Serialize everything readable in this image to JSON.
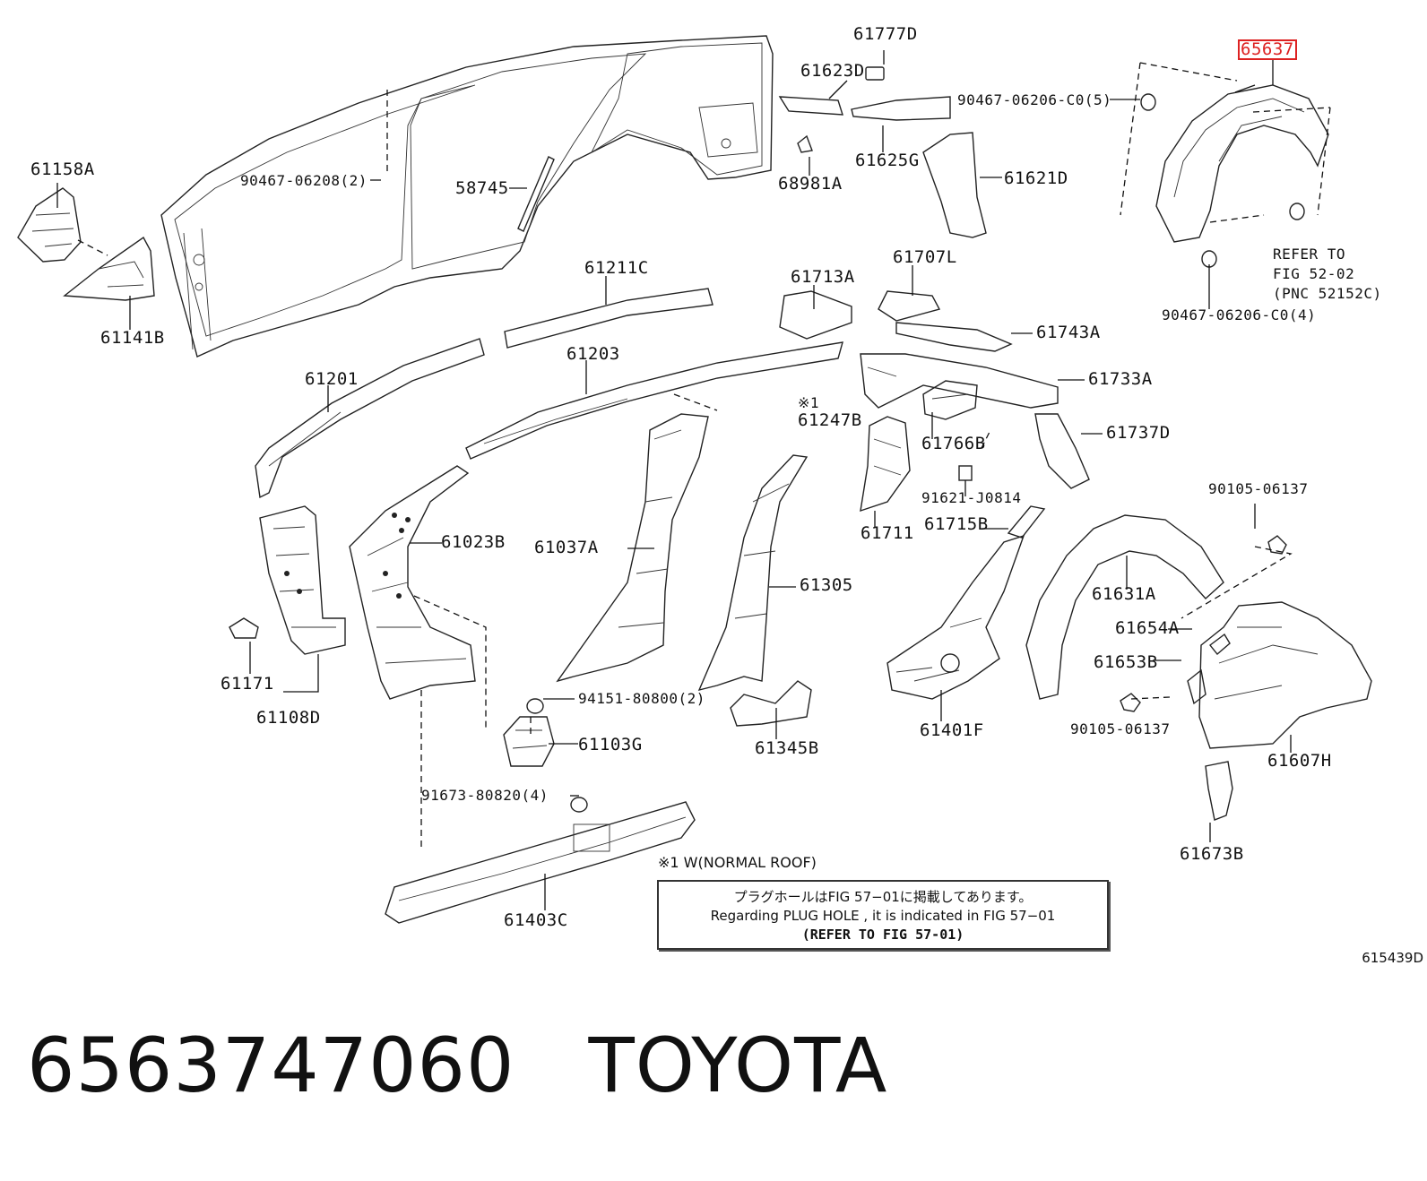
{
  "diagram": {
    "highlight_part": "65637",
    "labels": {
      "p61158A": "61158A",
      "p61141B": "61141B",
      "p90467_06208": "90467-06208(2)",
      "p58745": "58745",
      "p61777D": "61777D",
      "p61623D": "61623D",
      "p68981A": "68981A",
      "p61625G": "61625G",
      "p61621D": "61621D",
      "p65637": "65637",
      "p90467_06206_5": "90467-06206-C0(5)",
      "refer_l1": "REFER TO",
      "refer_l2": "FIG 52-02",
      "refer_l3": "(PNC 52152C)",
      "p90467_06206_4": "90467-06206-C0(4)",
      "p61211C": "61211C",
      "p61713A": "61713A",
      "p61707L": "61707L",
      "p61743A": "61743A",
      "p61201": "61201",
      "p61203": "61203",
      "mark1": "※1",
      "p61247B": "61247B",
      "p61733A": "61733A",
      "p61766B": "61766B",
      "p61737D": "61737D",
      "p91621_J0814": "91621-J0814",
      "p61715B": "61715B",
      "p61711": "61711",
      "p90105_06137a": "90105-06137",
      "p61023B": "61023B",
      "p61037A": "61037A",
      "p61305": "61305",
      "p61631A": "61631A",
      "p61654A": "61654A",
      "p61653B": "61653B",
      "p90105_06137b": "90105-06137",
      "p61171": "61171",
      "p61108D": "61108D",
      "p94151_80800": "94151-80800(2)",
      "p61103G": "61103G",
      "p61345B": "61345B",
      "p61401F": "61401F",
      "p61607H": "61607H",
      "p91673_80820": "91673-80820(4)",
      "p61673B": "61673B",
      "p61403C": "61403C"
    }
  },
  "note": {
    "header": "※1 W(NORMAL ROOF)",
    "line_jp": "プラグホールはFIG 57−01に掲載してあります。",
    "line_en": "Regarding  PLUG  HOLE , it is indicated in  FIG  57−01",
    "line_ref": "(REFER TO FIG 57-01)"
  },
  "figure_code": "615439D",
  "caption": {
    "part_number": "6563747060",
    "brand": "TOYOTA"
  }
}
